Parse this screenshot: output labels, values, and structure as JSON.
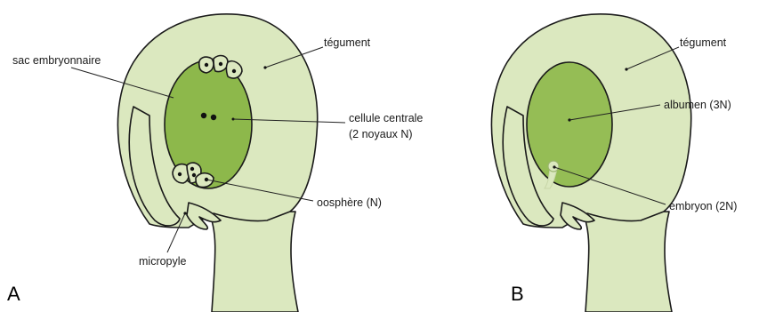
{
  "colors": {
    "integument": "#dbe8bf",
    "sac": "#8db84b",
    "endosperm": "#95bd55",
    "outline": "#1a1a1a",
    "embryo": "#dbe8bf"
  },
  "panel_a": {
    "panel_label": "A",
    "labels": {
      "sac_embryonnaire": "sac embryonnaire",
      "tegument": "tégument",
      "cellule_centrale_line1": "cellule centrale",
      "cellule_centrale_line2": "(2 noyaux N)",
      "oosphere": "oosphère (N)",
      "micropyle": "micropyle"
    }
  },
  "panel_b": {
    "panel_label": "B",
    "labels": {
      "tegument": "tégument",
      "albumen": "albumen (3N)",
      "embryon": "embryon (2N)"
    }
  }
}
